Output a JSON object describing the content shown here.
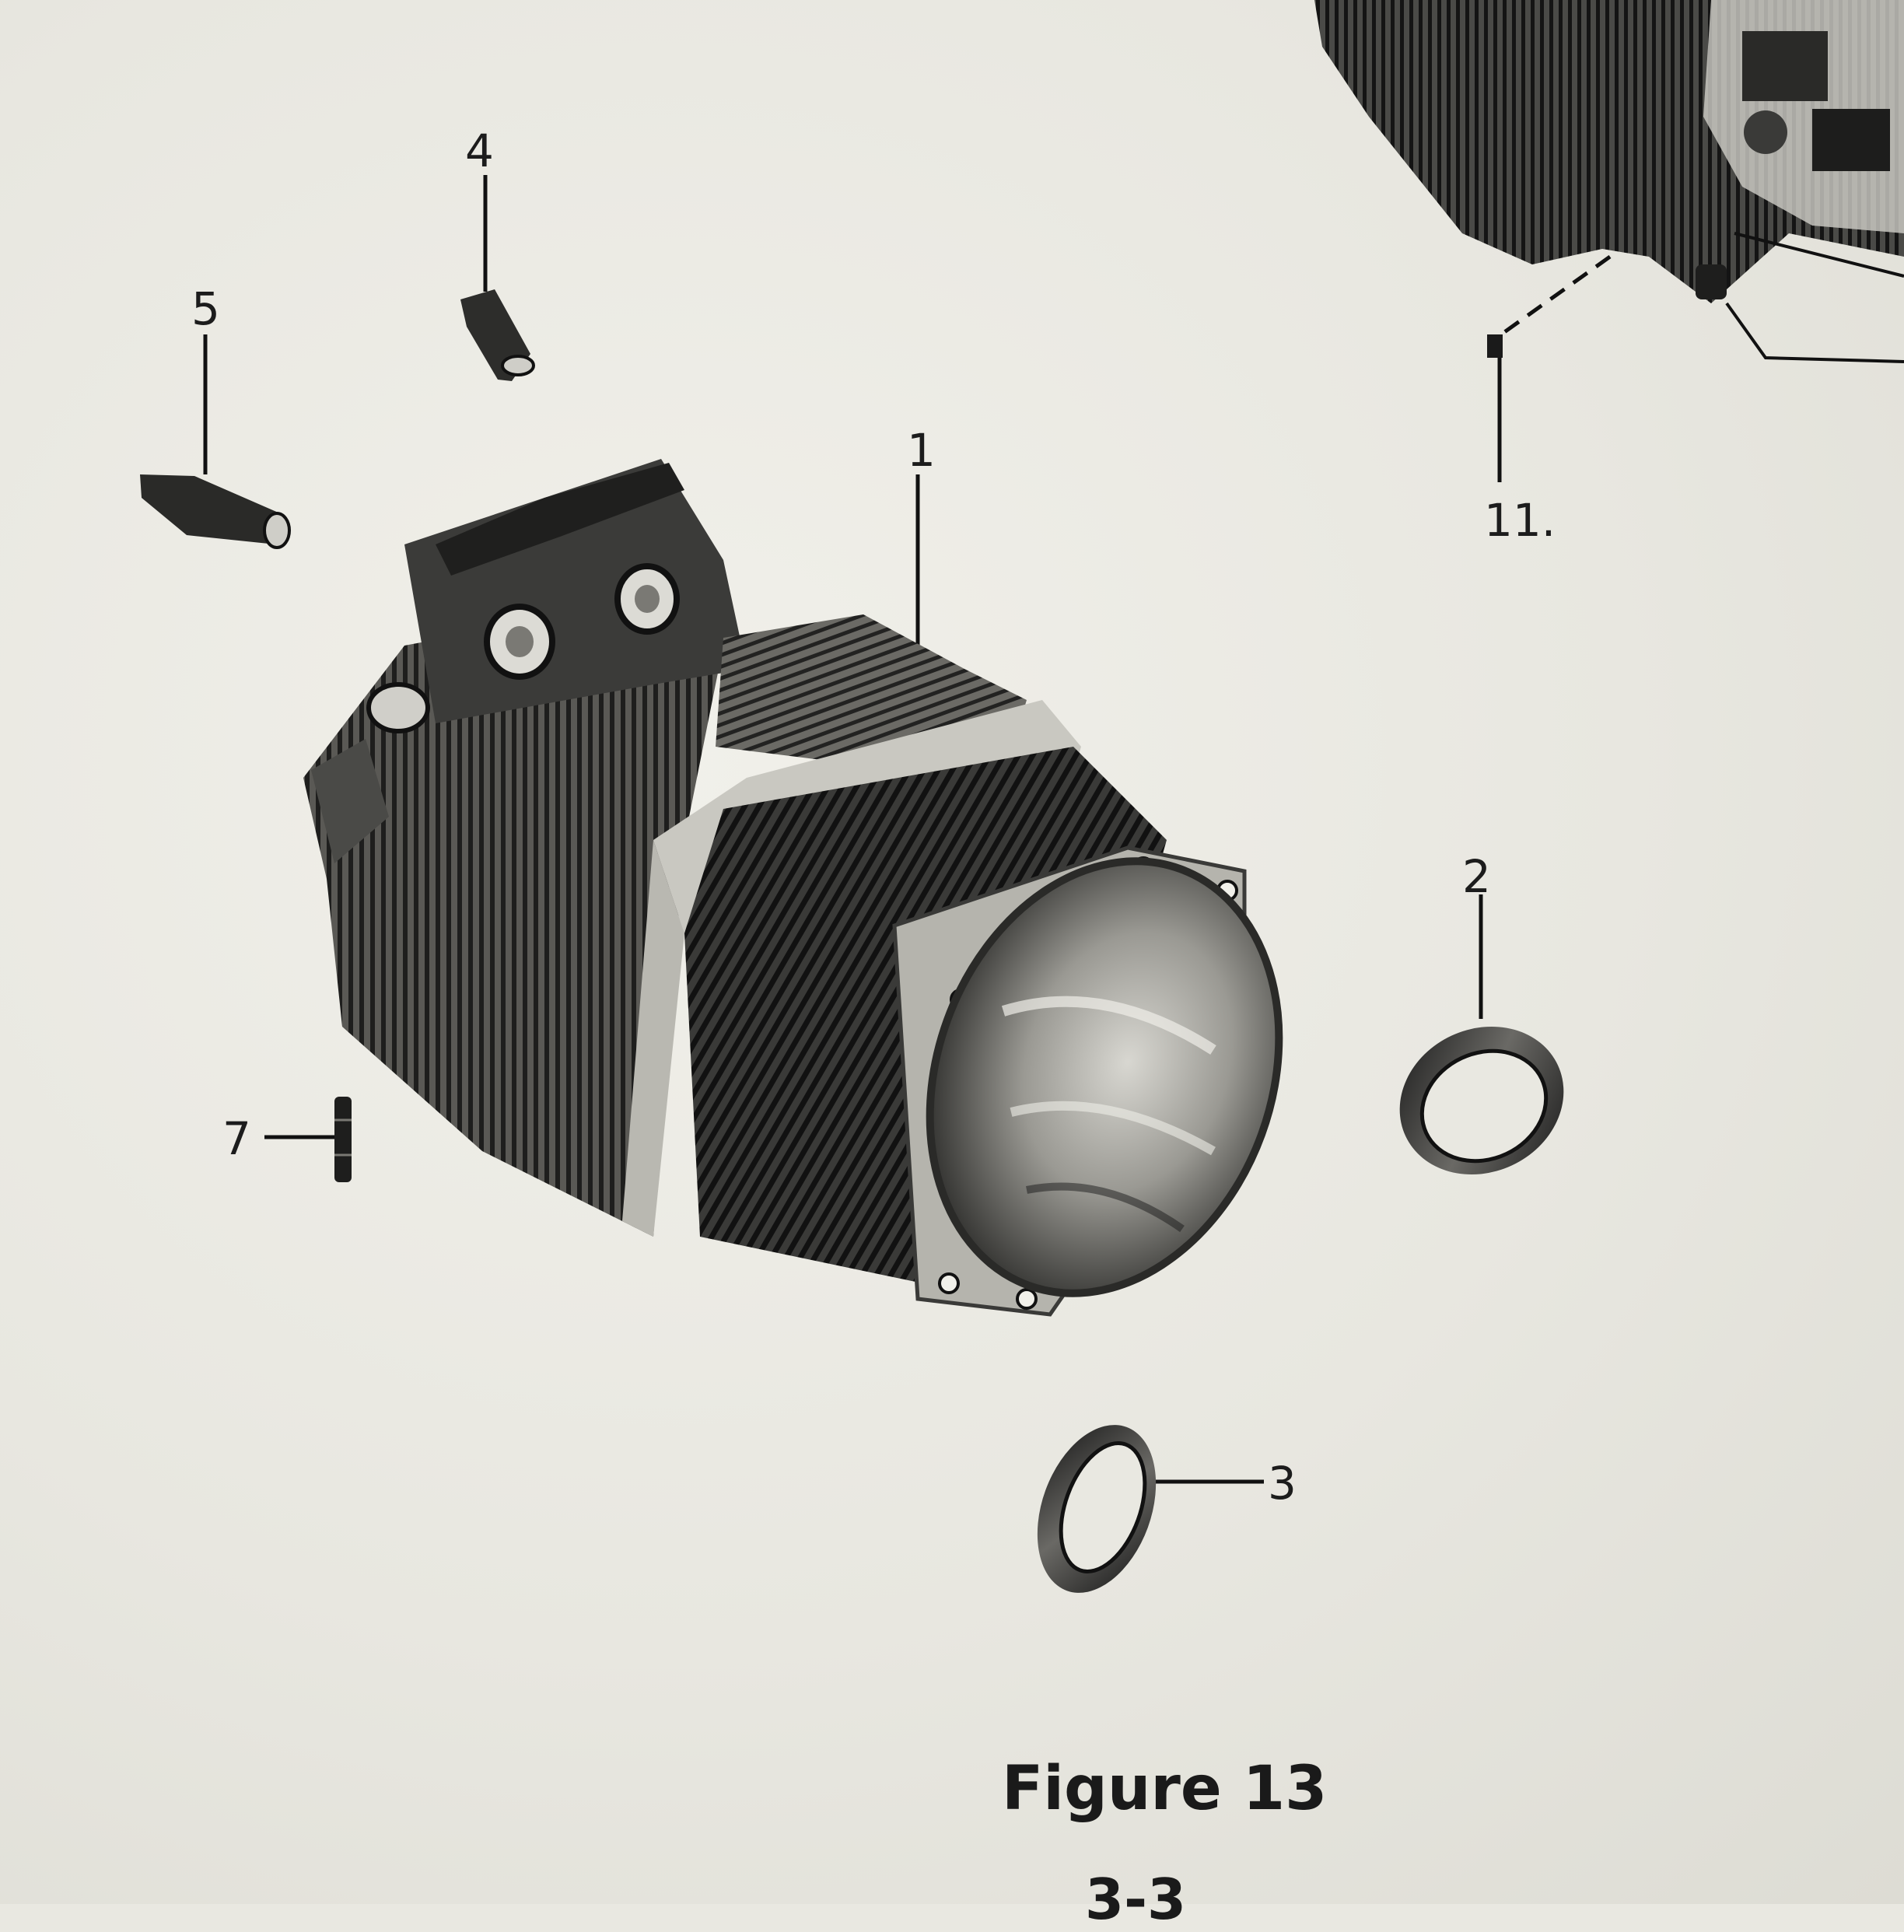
{
  "figure": {
    "caption": "Figure 13",
    "page_number": "3-3"
  },
  "callouts": [
    {
      "id": "1",
      "text": "1"
    },
    {
      "id": "2",
      "text": "2"
    },
    {
      "id": "3",
      "text": "3"
    },
    {
      "id": "4",
      "text": "4"
    },
    {
      "id": "5",
      "text": "5"
    },
    {
      "id": "7",
      "text": "7"
    },
    {
      "id": "11",
      "text": "11."
    }
  ]
}
